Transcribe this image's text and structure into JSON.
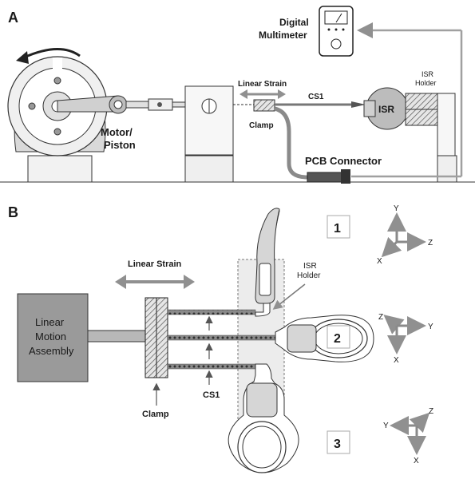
{
  "panel_a": {
    "letter": "A",
    "multimeter_label_line1": "Digital",
    "multimeter_label_line2": "Multimeter",
    "linear_strain": "Linear Strain",
    "cs1": "CS1",
    "isr": "ISR",
    "isr_holder_line1": "ISR",
    "isr_holder_line2": "Holder",
    "clamp": "Clamp",
    "motor_line1": "Motor/",
    "motor_line2": "Piston",
    "pcb_connector": "PCB Connector"
  },
  "panel_b": {
    "letter": "B",
    "linear_strain": "Linear Strain",
    "lma_line1": "Linear",
    "lma_line2": "Motion",
    "lma_line3": "Assembly",
    "isr_holder_line1": "ISR",
    "isr_holder_line2": "Holder",
    "cs1": "CS1",
    "clamp": "Clamp",
    "orientations": [
      {
        "number": "1",
        "axes": [
          "Y",
          "Z",
          "X"
        ]
      },
      {
        "number": "2",
        "axes": [
          "Z",
          "Y",
          "X"
        ]
      },
      {
        "number": "3",
        "axes": [
          "Y",
          "Z",
          "X"
        ]
      }
    ]
  },
  "colors": {
    "gray_light": "#c8c8c8",
    "gray_mid": "#a6a6a6",
    "gray_dark": "#7a7a7a",
    "arrow_gray": "#909090",
    "box_gray": "#9a9a9a"
  }
}
